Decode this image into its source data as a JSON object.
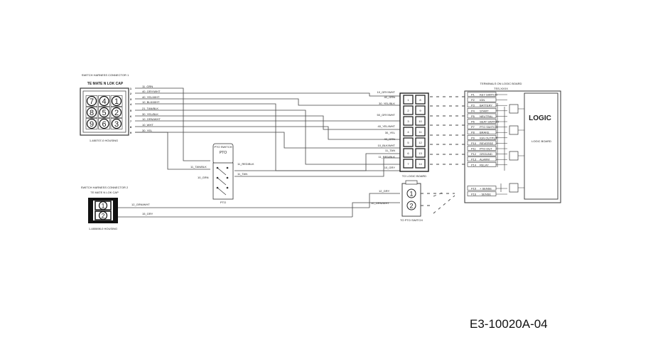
{
  "connector1": {
    "title": "SWITCH HARNESS CONNECTOR 1",
    "subtitle": "TE MATE N LOK CAP",
    "housing": "1-480707-0 HOUSING",
    "cells": [
      "7",
      "4",
      "1",
      "8",
      "5",
      "2",
      "9",
      "6",
      "3"
    ],
    "pins": [
      "1",
      "2",
      "3",
      "4",
      "5",
      "6",
      "7",
      "8",
      "9"
    ],
    "wires": [
      "11_GRN",
      "40_GRY/WHT",
      "40_YEL/WHT",
      "10_BLK/WHT",
      "21_TAN/BLK",
      "30_YEL/BLK",
      "10_GRN/WHT",
      "10_WHT",
      "30_YEL"
    ]
  },
  "connector2": {
    "title": "SWITCH HARNESS CONNECTOR 2",
    "subtitle": "TE MATE N LOK CAP",
    "housing": "1-480698-0 HOUSING",
    "pins": [
      "1",
      "2"
    ],
    "wires": [
      "12_GRN/WHT",
      "15_GRY"
    ]
  },
  "pto": {
    "title": "PTO SWITCH",
    "label": "PTO",
    "wire_in": [
      "11_TAN/BLK",
      "10_GRN"
    ],
    "wire_out": [
      "11_RED/BLK",
      "11_TAN"
    ]
  },
  "mid_connector": {
    "label": "TO LOGIC BOARD",
    "wires": [
      "10_GRY/WHT",
      "40_GRN",
      "30_YEL/BLK",
      "50_GRY/WHT",
      "40_YEL/WHT",
      "30_YEL",
      "40_GRN",
      "10_BLK/WHT",
      "11_TAN",
      "11_RED/BLK",
      "10_GRY"
    ],
    "cells": [
      "1",
      "8",
      "2",
      "9",
      "3",
      "10",
      "4",
      "11",
      "5",
      "12",
      "6",
      "13",
      "7",
      "14"
    ]
  },
  "plug2": {
    "label": "TO PTO SWITCH",
    "pins": [
      "1",
      "2"
    ],
    "wires": [
      "12_GRY",
      "10_GRN/WHT"
    ]
  },
  "logic_board": {
    "title": "TERMINALS ON LOGIC BOARD",
    "subtitle": "TSS-XXXX",
    "center_label": "LOGIC",
    "side_label": "LOGIC BOARD",
    "pins": [
      "P1",
      "P2",
      "P3",
      "P4",
      "P5",
      "P6",
      "P7",
      "P8",
      "P9",
      "P10",
      "P11",
      "P12",
      "P13",
      "P14",
      "P15",
      "P16"
    ],
    "signals": [
      "KEY SWITCH",
      "IGN",
      "BATTERY",
      "START",
      "NEUTRAL",
      "SEAT SWITCH",
      "PTO SWITCH",
      "BRAKE",
      "IGN OUTPUT",
      "REVERSE",
      "PTO OUT",
      "GROUND",
      "ALARM",
      "RELAY",
      "+ SENSE",
      "- SENSE"
    ]
  },
  "drawing_code": "E3-10020A-04"
}
